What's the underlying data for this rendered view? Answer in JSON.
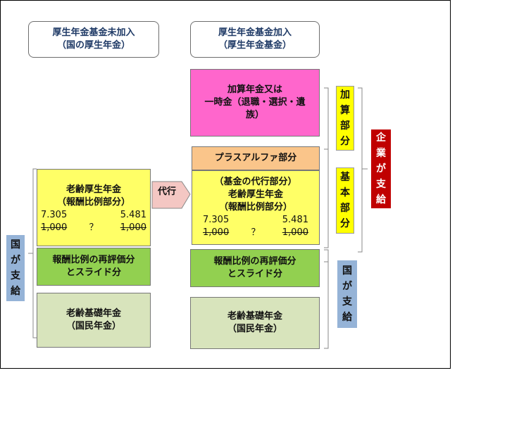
{
  "left_header": {
    "line1": "厚生年金基金未加入",
    "line2": "（国の厚生年金）"
  },
  "right_header": {
    "line1": "厚生年金基金加入",
    "line2": "（厚生年金基金）"
  },
  "left": {
    "yellow": {
      "line1": "老齢厚生年金",
      "line2": "（報酬比例部分）",
      "num_left": "7.305",
      "num_right": "5.481",
      "den_left": "1,000",
      "den_mid": "？",
      "den_right": "1,000"
    },
    "green": {
      "line1": "報酬比例の再評価分",
      "line2": "とスライド分"
    },
    "lgreen": {
      "line1": "老齢基礎年金",
      "line2": "（国民年金）"
    }
  },
  "right": {
    "pink": {
      "line1": "加算年金又は",
      "line2": "一時金（退職・選択・遺",
      "line3": "族）"
    },
    "orange": {
      "label": "プラスアルファ部分"
    },
    "yellow": {
      "line1": "（基金の代行部分）",
      "line2": "老齢厚生年金",
      "line3": "（報酬比例部分）",
      "num_left": "7.305",
      "num_right": "5.481",
      "den_left": "1,000",
      "den_mid": "？",
      "den_right": "1,000"
    },
    "green": {
      "line1": "報酬比例の再評価分",
      "line2": "とスライド分"
    },
    "lgreen": {
      "line1": "老齢基礎年金",
      "line2": "（国民年金）"
    }
  },
  "arrow_label": "代行",
  "side_labels": {
    "left_state": [
      "国",
      "が",
      "支",
      "給"
    ],
    "add_part": [
      "加",
      "算",
      "部",
      "分"
    ],
    "base_part": [
      "基",
      "本",
      "部",
      "分"
    ],
    "right_state": [
      "国",
      "が",
      "支",
      "給"
    ],
    "company": [
      "企",
      "業",
      "が",
      "支",
      "給"
    ]
  },
  "colors": {
    "yellow": "#ffff66",
    "green": "#92d050",
    "light_green": "#d8e4bc",
    "pink": "#ff66cc",
    "orange": "#fac58a",
    "blue": "#95b3d7",
    "dark_red": "#c00000",
    "arrow_fill": "#f4c7c3"
  }
}
